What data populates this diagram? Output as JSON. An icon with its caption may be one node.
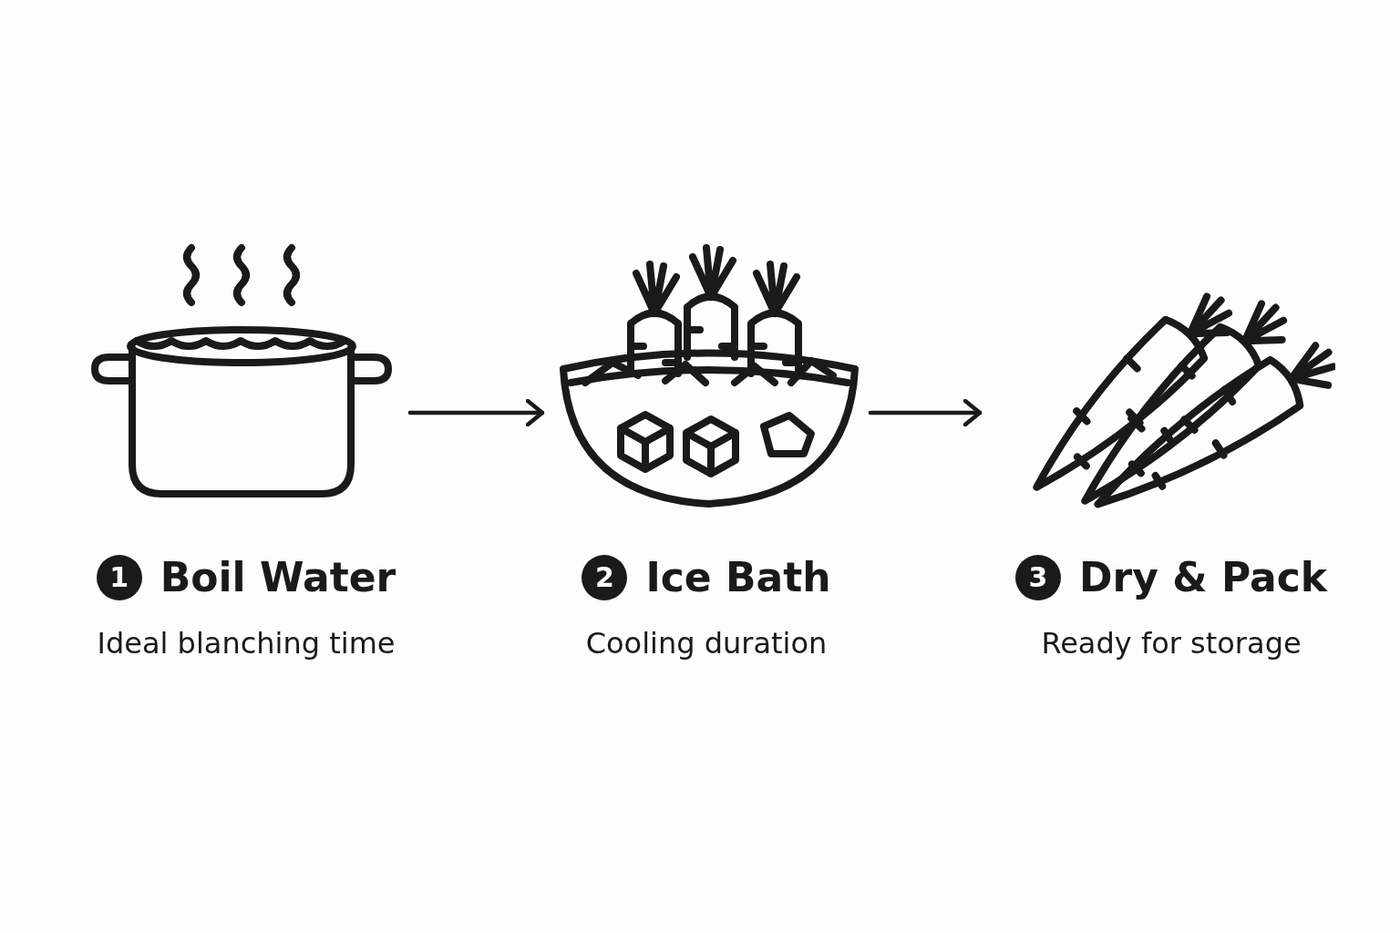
{
  "diagram": {
    "nodes": [
      {
        "text": [],
        "shape": "picture",
        "beside": [
          "1",
          "Boil Water",
          "Ideal blanching time"
        ]
      },
      {
        "text": [],
        "shape": "picture",
        "beside": [
          "2",
          "Ice Bath",
          "Cooling duration"
        ]
      },
      {
        "text": [],
        "shape": "picture",
        "beside": [
          "3",
          "Dry & Pack",
          "Ready for storage"
        ]
      }
    ],
    "edges": [
      {
        "from": 0,
        "to": 1,
        "arrow": "to"
      },
      {
        "from": 1,
        "to": 2,
        "arrow": "to"
      }
    ]
  }
}
